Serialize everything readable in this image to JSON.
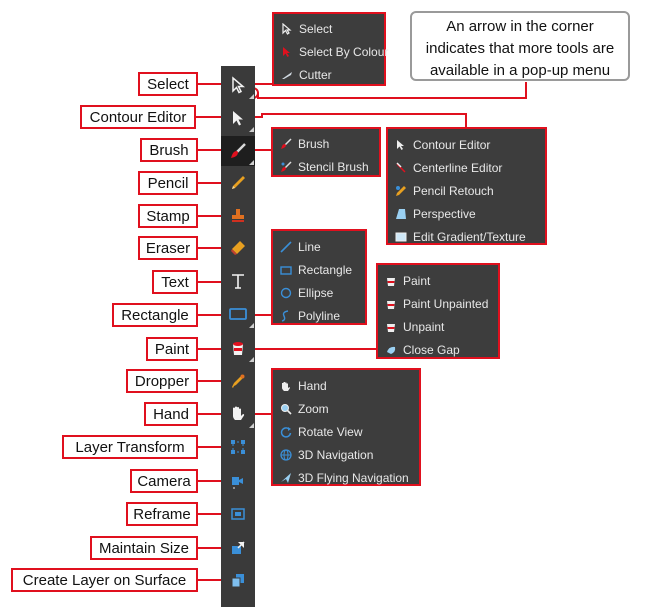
{
  "note": {
    "lines": [
      "An arrow in the corner",
      "indicates that more tools are",
      "available in a pop-up menu"
    ]
  },
  "labels": {
    "select": "Select",
    "contour_editor": "Contour Editor",
    "brush": "Brush",
    "pencil": "Pencil",
    "stamp": "Stamp",
    "eraser": "Eraser",
    "text": "Text",
    "rectangle": "Rectangle",
    "paint": "Paint",
    "dropper": "Dropper",
    "hand": "Hand",
    "layer_transform": "Layer Transform",
    "camera": "Camera",
    "reframe": "Reframe",
    "maintain_size": "Maintain Size",
    "create_layer_on_surface": "Create Layer on Surface"
  },
  "menus": {
    "select": [
      "Select",
      "Select By Colour",
      "Cutter"
    ],
    "contour": [
      "Contour Editor",
      "Centerline Editor",
      "Pencil Retouch",
      "Perspective",
      "Edit Gradient/Texture"
    ],
    "brush": [
      "Brush",
      "Stencil Brush"
    ],
    "shape": [
      "Line",
      "Rectangle",
      "Ellipse",
      "Polyline"
    ],
    "paint": [
      "Paint",
      "Paint Unpainted",
      "Unpaint",
      "Close Gap"
    ],
    "hand": [
      "Hand",
      "Zoom",
      "Rotate View",
      "3D Navigation",
      "3D Flying Navigation"
    ]
  },
  "colors": {
    "accent": "#e0101e",
    "toolbar": "#3a3a3a",
    "menu_bg": "#3d3d3d"
  },
  "icons": {
    "toolbar": [
      "select-arrow-icon",
      "contour-editor-icon",
      "brush-icon",
      "pencil-icon",
      "stamp-icon",
      "eraser-icon",
      "text-icon",
      "rectangle-icon",
      "paint-bucket-icon",
      "dropper-icon",
      "hand-icon",
      "layer-transform-icon",
      "camera-icon",
      "reframe-icon",
      "maintain-size-icon",
      "create-layer-on-surface-icon"
    ]
  }
}
